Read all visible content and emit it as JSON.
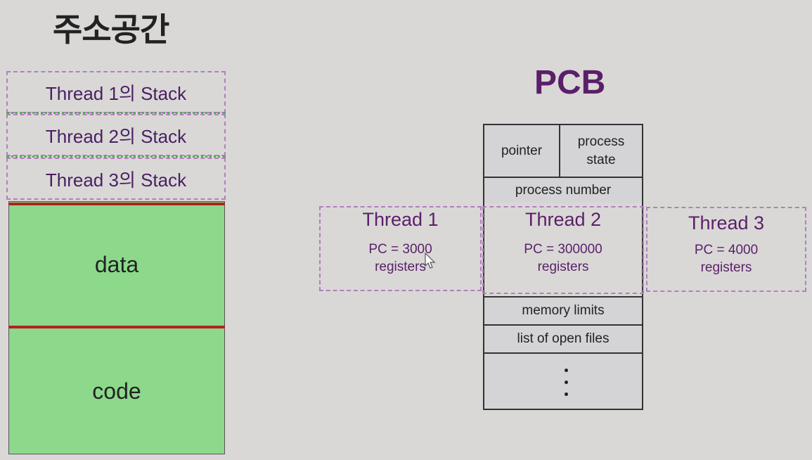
{
  "address_space": {
    "title": "주소공간",
    "stacks": [
      "Thread 1의 Stack",
      "Thread 2의 Stack",
      "Thread 3의 Stack"
    ],
    "data_label": "data",
    "code_label": "code"
  },
  "pcb": {
    "title": "PCB",
    "pointer": "pointer",
    "process_state": "process state",
    "process_number": "process number",
    "memory_limits": "memory limits",
    "open_files": "list of open files",
    "threads": [
      {
        "name": "Thread 1",
        "pc": "PC = 3000",
        "registers": "registers"
      },
      {
        "name": "Thread 2",
        "pc": "PC =  300000",
        "registers": "registers"
      },
      {
        "name": "Thread 3",
        "pc": "PC =  4000",
        "registers": "registers"
      }
    ]
  },
  "colors": {
    "background": "#d9d8d6",
    "memory_green": "#8cd98c",
    "divider_red": "#b32222",
    "thread_text_purple": "#5b1f6a",
    "dashed_border": "#b27fbe"
  }
}
